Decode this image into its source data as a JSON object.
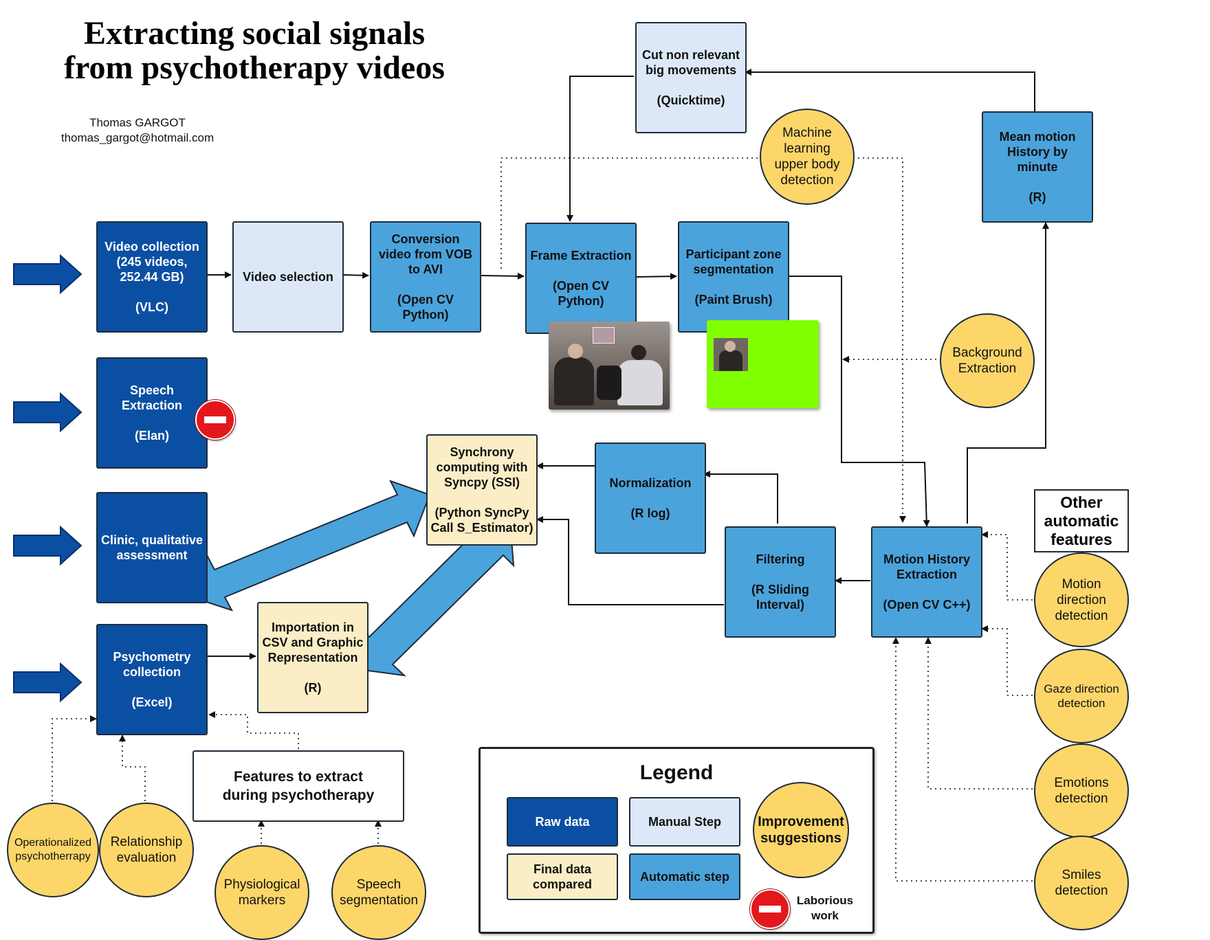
{
  "title": "Extracting social signals\nfrom psychotherapy videos",
  "author": {
    "name": "Thomas GARGOT",
    "email": "thomas_gargot@hotmail.com"
  },
  "nodes": {
    "video_collection": "Video collection\n(245 videos,\n252.44 GB)\n\n(VLC)",
    "video_selection": "Video selection",
    "conversion": "Conversion\nvideo from VOB\nto AVI\n\n(Open CV\nPython)",
    "frame_extraction": "Frame Extraction\n\n(Open CV\nPython)",
    "participant_zone": "Participant zone\nsegmentation\n\n(Paint Brush)",
    "cut_movements": "Cut non relevant\nbig movements\n\n(Quicktime)",
    "mean_motion": "Mean motion\nHistory by\nminute\n\n(R)",
    "speech_extraction": "Speech\nExtraction\n\n(Elan)",
    "clinic": "Clinic, qualitative\nassessment",
    "psychometry": "Psychometry\ncollection\n\n(Excel)",
    "importation": "Importation in\nCSV and Graphic\nRepresentation\n\n(R)",
    "synchrony": "Synchrony\ncomputing with\nSyncpy (SSI)\n\n(Python SyncPy\nCall S_Estimator)",
    "normalization": "Normalization\n\n(R log)",
    "filtering": "Filtering\n\n(R Sliding\nInterval)",
    "motion_history": "Motion History\nExtraction\n\n(Open CV C++)",
    "features_box": "Features to extract\nduring psychotherapy",
    "other_features": "Other\nautomatic\nfeatures"
  },
  "suggestions": {
    "machine_learning": "Machine\nlearning\nupper body\ndetection",
    "background": "Background\nExtraction",
    "motion_direction": "Motion\ndirection\ndetection",
    "gaze_direction": "Gaze direction\ndetection",
    "emotions": "Emotions\ndetection",
    "smiles": "Smiles\ndetection",
    "operationalized": "Operationalized\npsychotherrapy",
    "relationship": "Relationship\nevaluation",
    "physiological": "Physiological\nmarkers",
    "speech_segmentation": "Speech\nsegmentation"
  },
  "legend": {
    "title": "Legend",
    "raw": "Raw data",
    "manual": "Manual Step",
    "final": "Final data\ncompared",
    "automatic": "Automatic step",
    "improvement": "Improvement\nsuggestions",
    "laborious": "Laborious\nwork"
  },
  "colors": {
    "raw": "#0b4fa3",
    "manual": "#dce8f8",
    "automatic": "#4ba3dc",
    "final": "#fbeec6",
    "suggestion": "#fdd66a",
    "input_arrow": "#0b4fa3",
    "big_arrow": "#4ba3dc",
    "no_entry": "#e3181c",
    "green_zone": "#80ff00"
  },
  "icons": {
    "input_arrow": "thick-right-arrow-icon",
    "laborious": "no-entry-icon",
    "video_frame": "video-frame-thumbnail",
    "segmented_zone": "segmented-zone-thumbnail"
  }
}
